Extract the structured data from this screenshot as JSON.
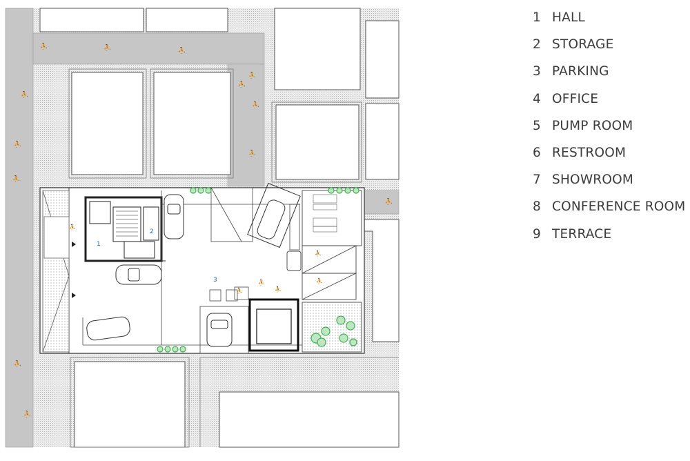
{
  "legend": [
    {
      "number": "1",
      "label": "HALL"
    },
    {
      "number": "2",
      "label": "STORAGE"
    },
    {
      "number": "3",
      "label": "PARKING"
    },
    {
      "number": "4",
      "label": "OFFICE"
    },
    {
      "number": "5",
      "label": "PUMP ROOM"
    },
    {
      "number": "6",
      "label": "RESTROOM"
    },
    {
      "number": "7",
      "label": "SHOWROOM"
    },
    {
      "number": "8",
      "label": "CONFERENCE ROOM"
    },
    {
      "number": "9",
      "label": "TERRACE"
    }
  ],
  "plan_labels": {
    "hall": "1",
    "storage": "2",
    "parking": "3"
  },
  "colors": {
    "road": "#c8c8c8",
    "sidewalk": "#e4e4e4",
    "line": "#3a3a3a",
    "label": "#1f6fb5",
    "tree": "#3bb54a",
    "text": "#3c3c3c"
  }
}
